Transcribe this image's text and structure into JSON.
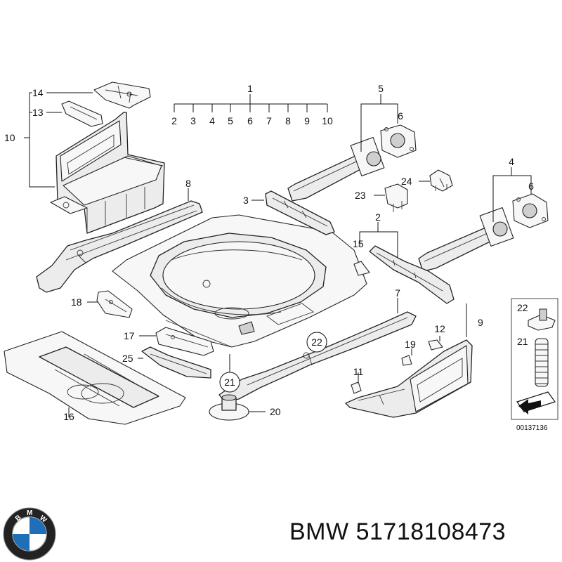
{
  "callouts": {
    "n1": "1",
    "n2_top": "2",
    "n3_top": "3",
    "n4_top": "4",
    "n5_top": "5",
    "n6_top": "6",
    "n7_top": "7",
    "n8_top": "8",
    "n9_top": "9",
    "n10_top": "10",
    "n5": "5",
    "n6a": "6",
    "n4": "4",
    "n6b": "6",
    "n14": "14",
    "n13": "13",
    "n10": "10",
    "n8": "8",
    "n3": "3",
    "n23": "23",
    "n24": "24",
    "n2": "2",
    "n15": "15",
    "n18": "18",
    "n17": "17",
    "n25": "25",
    "n16": "16",
    "n7": "7",
    "n9": "9",
    "n12": "12",
    "n19": "19",
    "n11": "11",
    "n22": "22",
    "n21": "21",
    "n20": "20",
    "inset22": "22",
    "inset21": "21"
  },
  "ref_number": "00137136",
  "footer": {
    "brand": "BMW",
    "part_number": "51718108473"
  },
  "logo": {
    "letters": [
      "B",
      "M",
      "W"
    ],
    "colors": {
      "blue": "#1f6fb8",
      "white": "#ffffff",
      "ring": "#111111"
    }
  }
}
